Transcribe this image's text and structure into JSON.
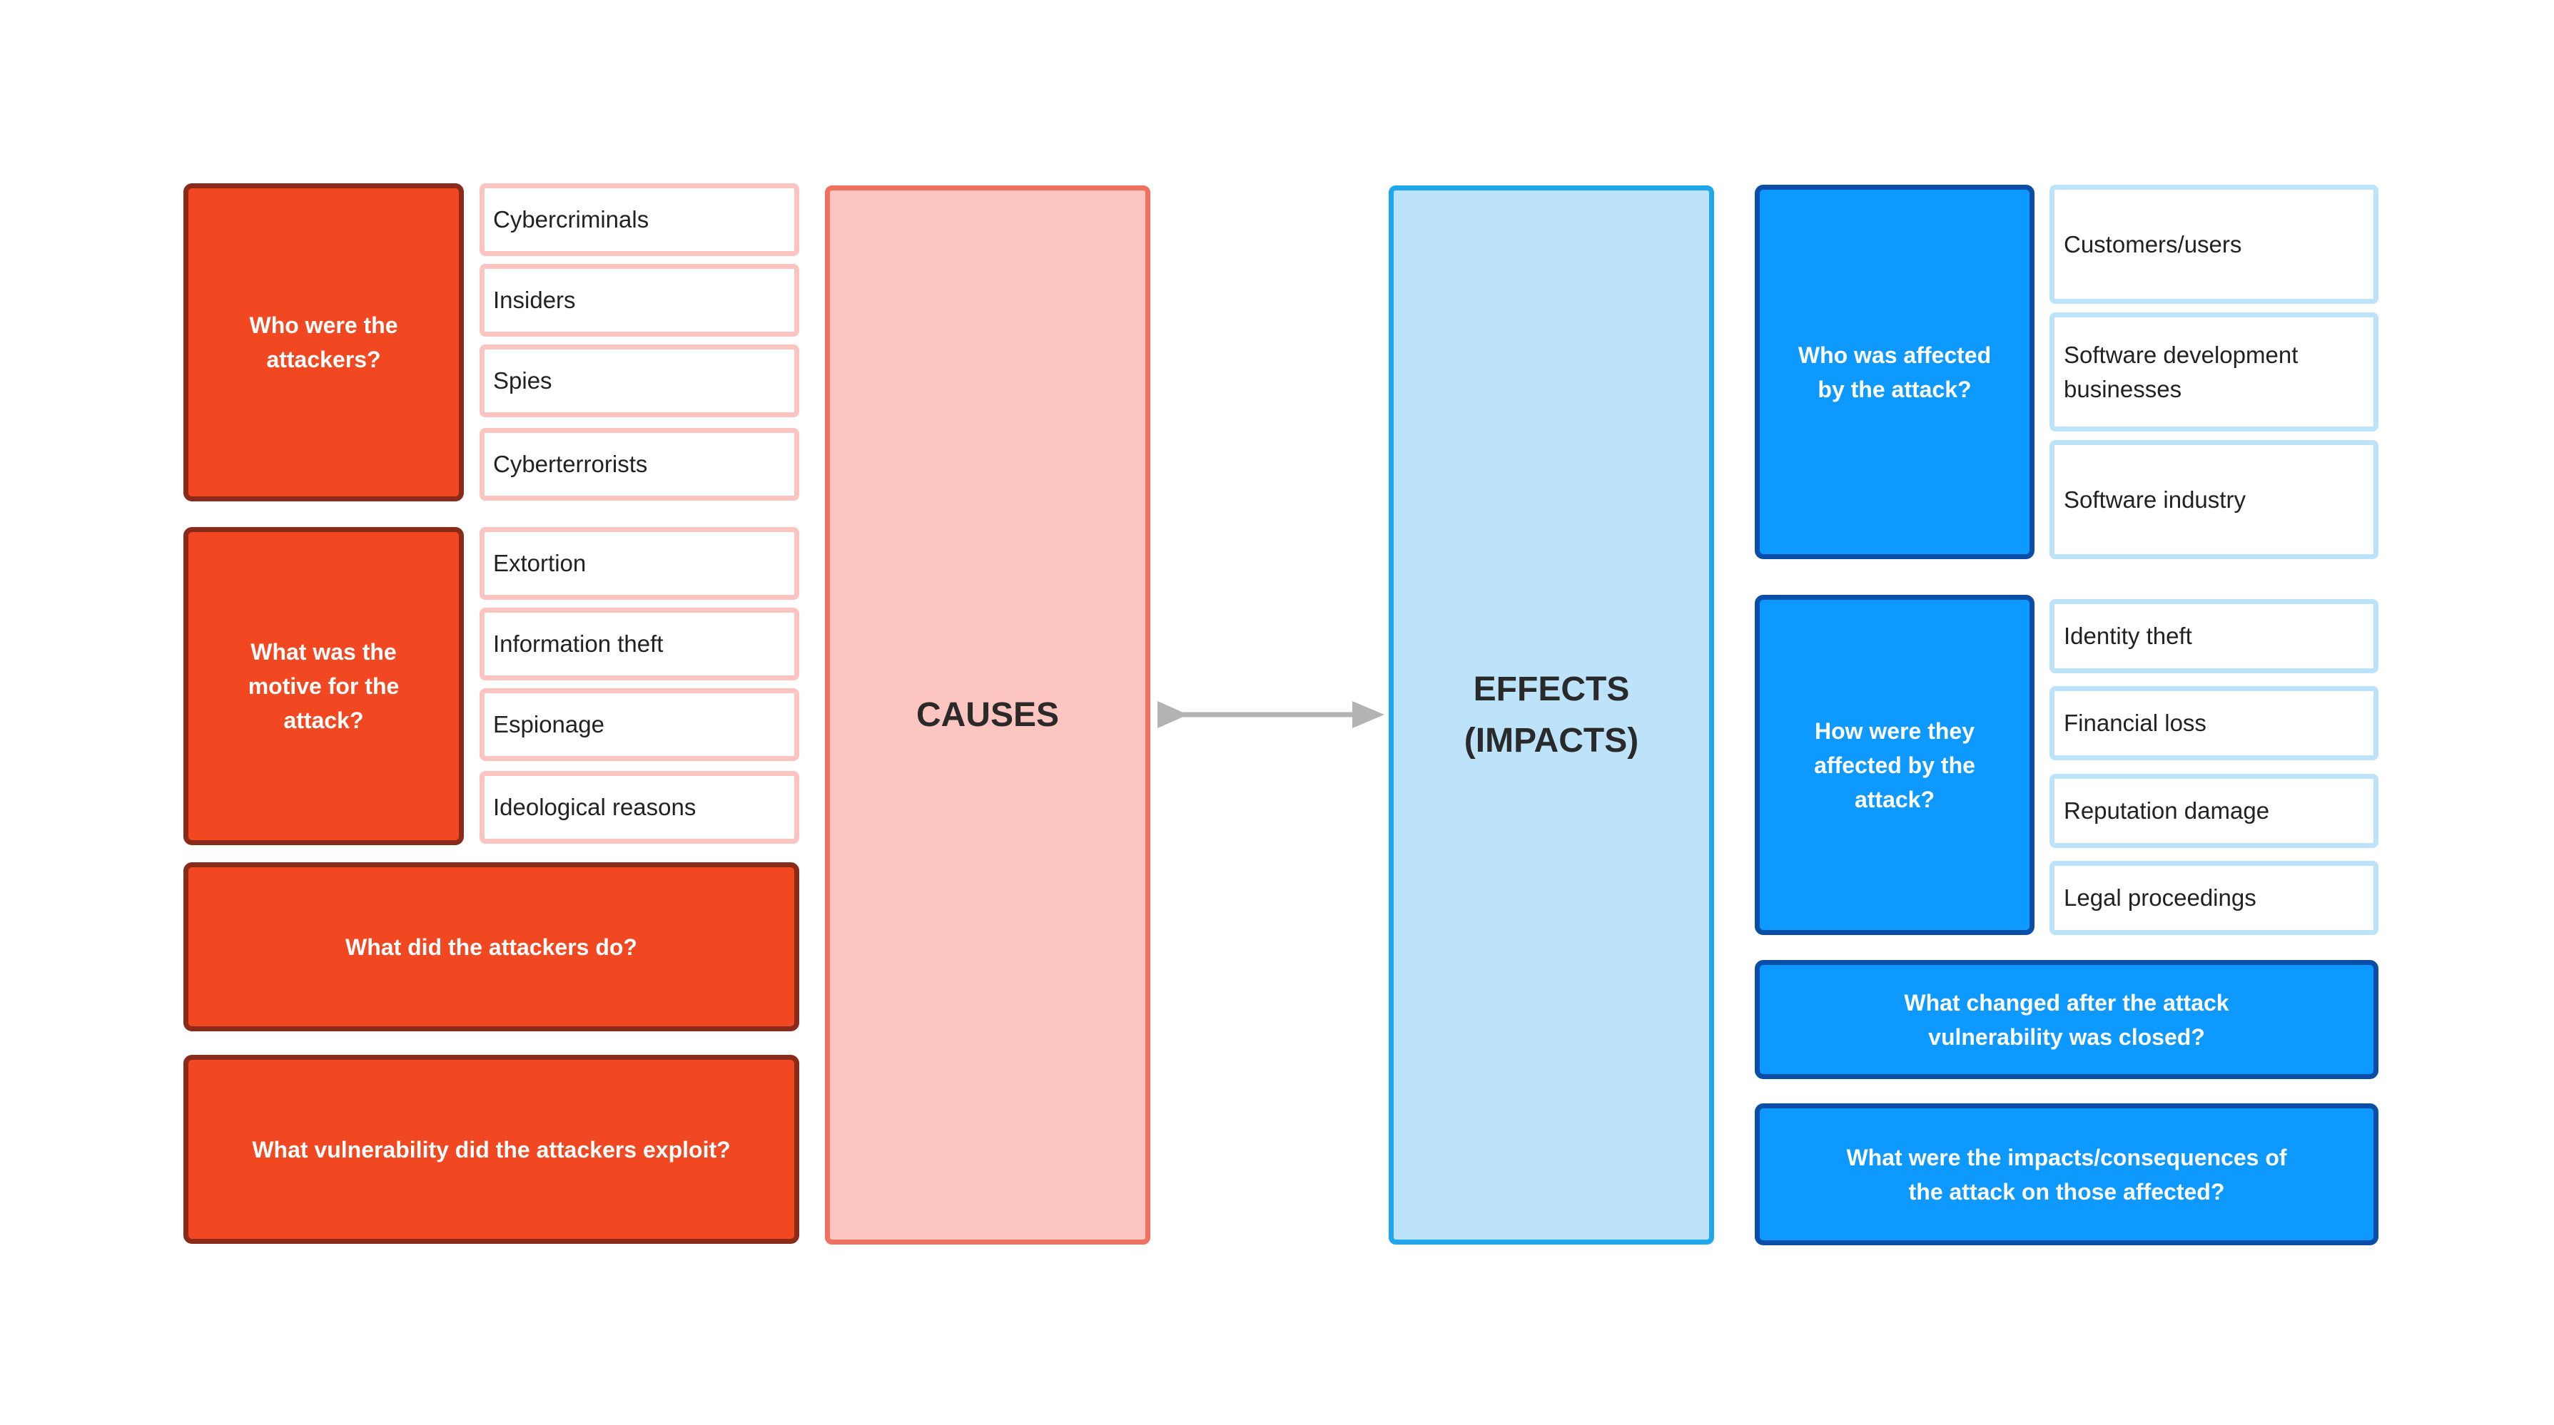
{
  "causes": {
    "hub_label": "CAUSES",
    "attackers": {
      "question": "Who were the\nattackers?",
      "answers": [
        "Cybercriminals",
        "Insiders",
        "Spies",
        "Cyberterrorists"
      ]
    },
    "motive": {
      "question": "What was the\nmotive for the\nattack?",
      "answers": [
        "Extortion",
        "Information theft",
        "Espionage",
        "Ideological reasons"
      ]
    },
    "actions_question": "What did the attackers do?",
    "vulnerability_question": "What vulnerability did the attackers exploit?"
  },
  "effects": {
    "hub_label": "EFFECTS\n(IMPACTS)",
    "affected_who": {
      "question": "Who was affected\nby the attack?",
      "answers": [
        "Customers/users",
        "Software development\nbusinesses",
        "Software industry"
      ]
    },
    "affected_how": {
      "question": "How were they\naffected by the\nattack?",
      "answers": [
        "Identity theft",
        "Financial loss",
        "Reputation damage",
        "Legal proceedings"
      ]
    },
    "changed_question": "What changed after the attack\nvulnerability was closed?",
    "impacts_question": "What were the impacts/consequences of\nthe attack on those affected?"
  },
  "colors": {
    "cause_question": "#f24822",
    "cause_question_border": "#8a2a1a",
    "cause_answer_border": "#fbc4c0",
    "cause_hub": "#fcc5c0",
    "cause_hub_border": "#f0705f",
    "effect_question": "#0d99ff",
    "effect_question_border": "#0b4ea8",
    "effect_answer_border": "#bde3fb",
    "effect_hub": "#bde3fb",
    "effect_hub_border": "#1fa7ee",
    "arrow": "#b3b3b3"
  }
}
